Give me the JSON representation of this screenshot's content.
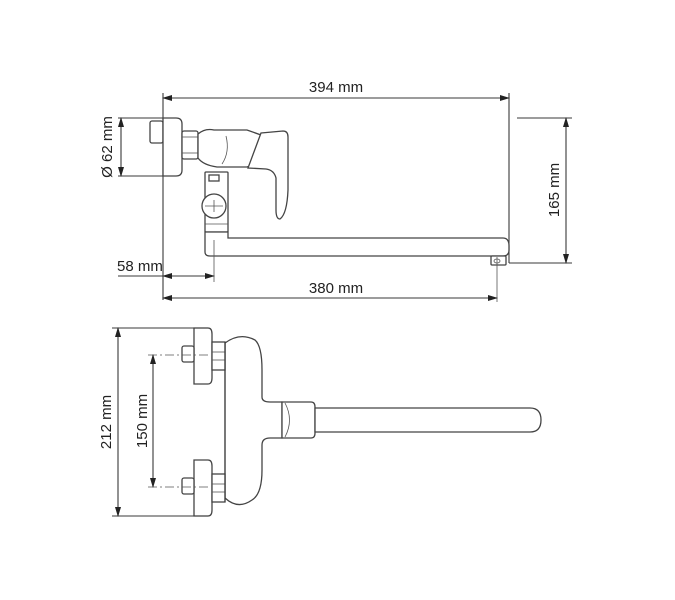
{
  "drawing": {
    "type": "technical dimension drawing",
    "subject": "wall-mounted mixer faucet with long swivel spout",
    "views": [
      "side view",
      "top view"
    ]
  },
  "dimensions": {
    "overall_length": "394 mm",
    "spout_length": "380 mm",
    "flange_diameter": "Ø 62 mm",
    "wall_to_body": "58 mm",
    "height": "165 mm",
    "overall_width": "212 mm",
    "inlet_spacing": "150 mm"
  },
  "colors": {
    "line": "#3a3a3a",
    "background": "#ffffff"
  }
}
